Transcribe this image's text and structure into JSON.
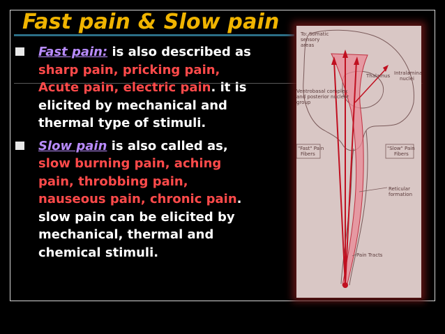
{
  "slide": {
    "title": "Fast pain & Slow pain",
    "bullet1": {
      "term": "Fast pain:",
      "line1_rest": " is also described as",
      "line2": "sharp pain, pricking pain,",
      "line3_red": "Acute pain, electric pain",
      "line3_white": ". it is",
      "line4": "elicited by mechanical and",
      "line5": "thermal type of stimuli."
    },
    "bullet2": {
      "term": "Slow pain",
      "line1_rest": " is also called as,",
      "line2": "slow burning pain, aching",
      "line3": "pain, throbbing pain,",
      "line4_red": "nauseous pain, chronic pain",
      "line4_white": ".",
      "line5": "slow pain can be elicited by",
      "line6": "mechanical, thermal and",
      "line7": "chemical stimuli."
    }
  },
  "diagram": {
    "label_to_somatic": "To: Somatic",
    "label_sensory": "sensory",
    "label_areas": "areas",
    "label_thalamus": "Thalamus",
    "label_intralaminar": "Intralaminar",
    "label_nuclei": "nuclei",
    "label_ventro1": "Ventrobasal complex",
    "label_ventro2": "and posterior nuclear",
    "label_ventro3": "group",
    "label_fast1": "\"Fast\" Pain",
    "label_fast2": "Fibers",
    "label_slow1": "\"Slow\" Pain",
    "label_slow2": "Fibers",
    "label_reticular1": "Reticular",
    "label_reticular2": "formation",
    "label_pain_tracts": "Pain Tracts"
  },
  "colors": {
    "title": "#f0b400",
    "body_text": "#ffffff",
    "highlight_red": "#ff4a4a",
    "term_purple": "#b98cff",
    "background": "#000000",
    "diagram_bg": "#d9c7c5"
  }
}
